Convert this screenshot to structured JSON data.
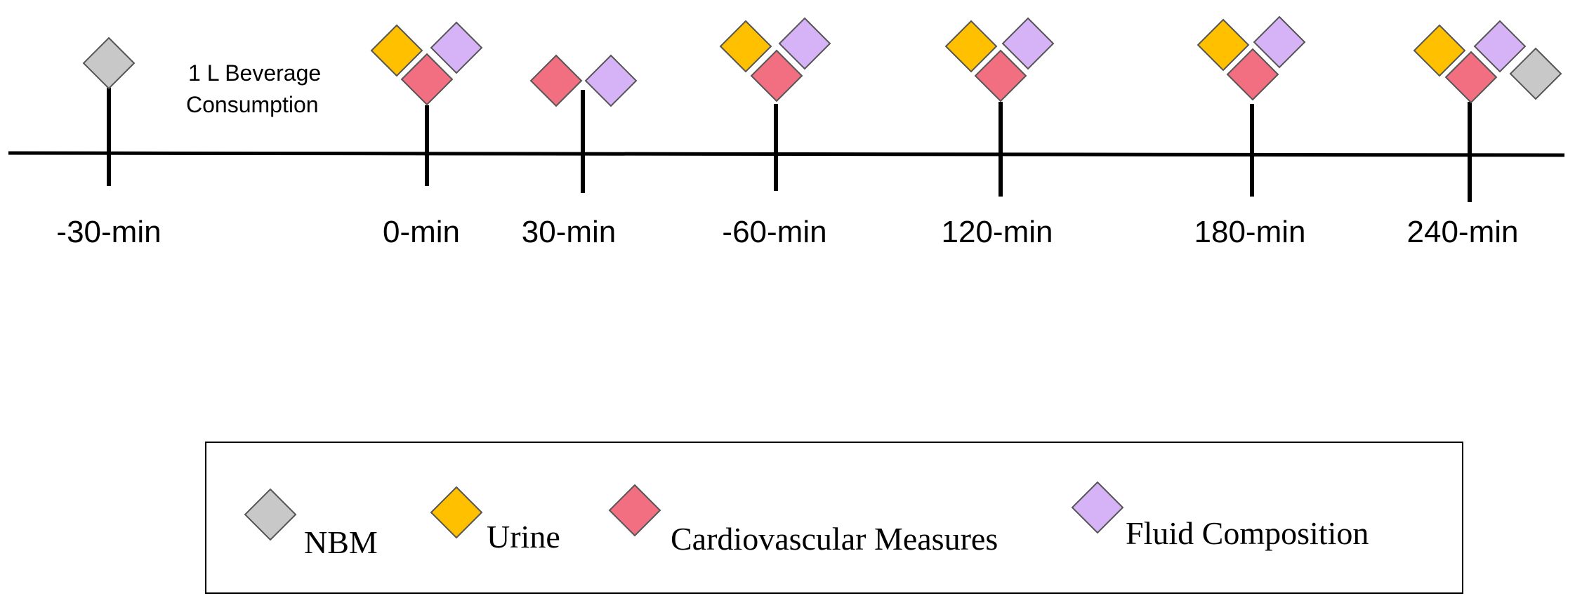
{
  "colors": {
    "nbm": "#c8c8c8",
    "urine": "#ffc000",
    "cardiovascular": "#f16f80",
    "fluid": "#d6b3f7",
    "line": "#000000"
  },
  "annotation": {
    "line1": "1 L Beverage",
    "line2": "Consumption"
  },
  "timepoints": [
    {
      "label": "-30-min",
      "measures": [
        "nbm"
      ]
    },
    {
      "label": "0-min",
      "measures": [
        "urine",
        "fluid",
        "cardiovascular"
      ]
    },
    {
      "label": "30-min",
      "measures": [
        "cardiovascular",
        "fluid"
      ]
    },
    {
      "label": "-60-min",
      "measures": [
        "urine",
        "fluid",
        "cardiovascular"
      ]
    },
    {
      "label": "120-min",
      "measures": [
        "urine",
        "fluid",
        "cardiovascular"
      ]
    },
    {
      "label": "180-min",
      "measures": [
        "urine",
        "fluid",
        "cardiovascular"
      ]
    },
    {
      "label": "240-min",
      "measures": [
        "urine",
        "fluid",
        "cardiovascular",
        "nbm"
      ]
    }
  ],
  "legend": [
    {
      "key": "nbm",
      "label": "NBM"
    },
    {
      "key": "urine",
      "label": "Urine"
    },
    {
      "key": "cardiovascular",
      "label": "Cardiovascular Measures"
    },
    {
      "key": "fluid",
      "label": "Fluid Composition"
    }
  ]
}
